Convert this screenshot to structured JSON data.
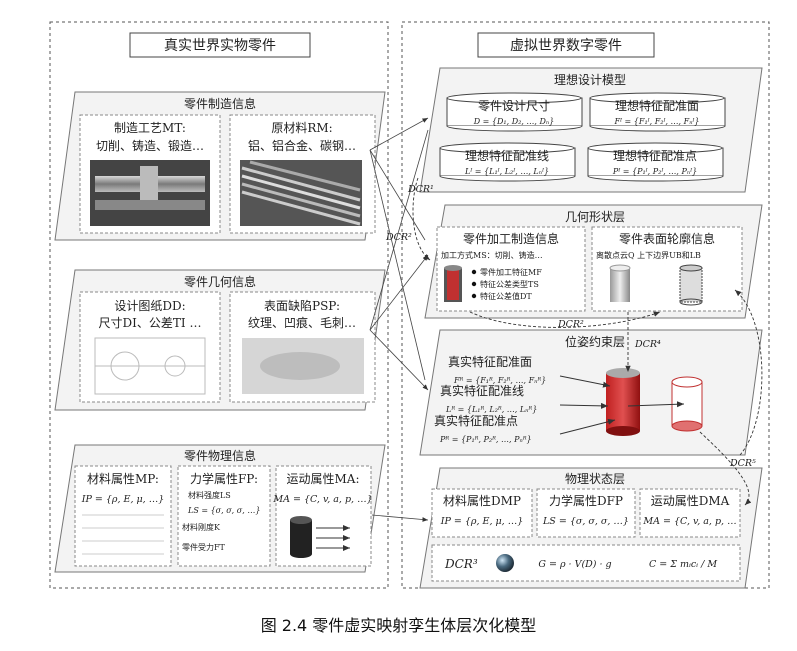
{
  "left_panel": {
    "title": "真实世界实物零件",
    "manufacturing": {
      "title": "零件制造信息",
      "process_title": "制造工艺MT:",
      "process_items": "切削、铸造、锻造…",
      "material_title": "原材料RM:",
      "material_items": "铝、铝合金、碳钢…"
    },
    "geometry": {
      "title": "零件几何信息",
      "drawing_title": "设计图纸DD:",
      "drawing_items": "尺寸DI、公差TI …",
      "defect_title": "表面缺陷PSP:",
      "defect_items": "纹理、凹痕、毛刺…"
    },
    "physical": {
      "title": "零件物理信息",
      "material_attr": "材料属性MP:",
      "material_formula": "IP = {ρ, E, μ, …}",
      "mech_attr": "力学属性FP:",
      "mech_lines": [
        "材料强度LS",
        "LS = {σ, σ, σ, …}",
        "材料刚度K",
        "零件受力FT"
      ],
      "motion_attr": "运动属性MA:",
      "motion_formula": "MA = {C, v, a, p, …}"
    }
  },
  "right_panel": {
    "title": "虚拟世界数字零件",
    "ideal": {
      "title": "理想设计模型",
      "items": [
        {
          "label": "零件设计尺寸",
          "formula": "D = {D₁, D₂, …, Dₙ}"
        },
        {
          "label": "理想特征配准面",
          "formula": "Fᴵ = {F₁ᴵ, F₂ᴵ, …, Fₙᴵ}"
        },
        {
          "label": "理想特征配准线",
          "formula": "Lᴵ = {L₁ᴵ, L₂ᴵ, …, Lₙᴵ}"
        },
        {
          "label": "理想特征配准点",
          "formula": "Pᴵ = {P₁ᴵ, P₂ᴵ, …, Pₙᴵ}"
        }
      ]
    },
    "geometry": {
      "title": "几何形状层",
      "machining_title": "零件加工制造信息",
      "machining_mode": "加工方式MS：切削、铸造…",
      "machining_items": [
        "零件加工特征MF",
        "特征公差类型TS",
        "特征公差值DT"
      ],
      "surface_title": "零件表面轮廓信息",
      "surface_detail": "离散点云Q 上下边界UB和LB"
    },
    "pose": {
      "title": "位姿约束层",
      "surface_label": "真实特征配准面",
      "surface_formula": "Fᴿ = {F₁ᴿ, F₂ᴿ, …, Fₙᴿ}",
      "line_label": "真实特征配准线",
      "line_formula": "Lᴿ = {L₁ᴿ, L₂ᴿ, …, Lₙᴿ}",
      "point_label": "真实特征配准点",
      "point_formula": "Pᴿ = {P₁ᴿ, P₂ᴿ, …, Pₙᴿ}"
    },
    "physical": {
      "title": "物理状态层",
      "dmp_label": "材料属性DMP",
      "dmp_formula": "IP = {ρ, E, μ, …}",
      "dfp_label": "力学属性DFP",
      "dfp_formula": "LS = {σ, σ, σ, …}",
      "dma_label": "运动属性DMA",
      "dma_formula": "MA = {C, v, a, p, …",
      "dcr": "DCR³",
      "gravity": "G = ρ · V(D) · g",
      "centroid": "C = Σ mᵢcᵢ / M"
    }
  },
  "connectors": {
    "dcr1": "DCR¹",
    "dcr2": "DCR²",
    "dcr2b": "DCR²",
    "dcr4": "DCR⁴",
    "dcr5": "DCR⁵"
  },
  "caption": "图 2.4  零件虚实映射孪生体层次化模型"
}
